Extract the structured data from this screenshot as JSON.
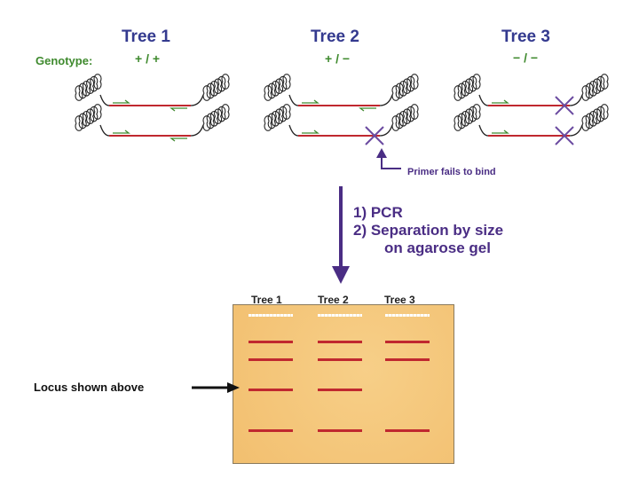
{
  "trees": [
    {
      "title": "Tree 1",
      "genotype": "+ / +"
    },
    {
      "title": "Tree 2",
      "genotype": "+ / −"
    },
    {
      "title": "Tree 3",
      "genotype": "− / −"
    }
  ],
  "genotype_label": "Genotype:",
  "primer_note": "Primer fails to bind",
  "steps": {
    "step1": "1) PCR",
    "step2_line1": "2) Separation by size",
    "step2_line2": "on agarose gel"
  },
  "gel": {
    "lanes": [
      "Tree 1",
      "Tree 2",
      "Tree 3"
    ],
    "locus_label": "Locus shown above",
    "band_rows": [
      {
        "row": 1,
        "present_in_lanes": [
          1,
          2,
          3
        ]
      },
      {
        "row": 2,
        "present_in_lanes": [
          1,
          2,
          3
        ]
      },
      {
        "row": 3,
        "present_in_lanes": [
          1,
          2
        ],
        "is_locus": true
      },
      {
        "row": 4,
        "present_in_lanes": [
          1,
          2,
          3
        ]
      }
    ]
  },
  "colors": {
    "title": "#343a8f",
    "genotype": "#3f8a2e",
    "arrow": "#4a2d84",
    "dna": "#c0282f",
    "primer": "#3f8a2e",
    "gel": "#f4c67c"
  }
}
